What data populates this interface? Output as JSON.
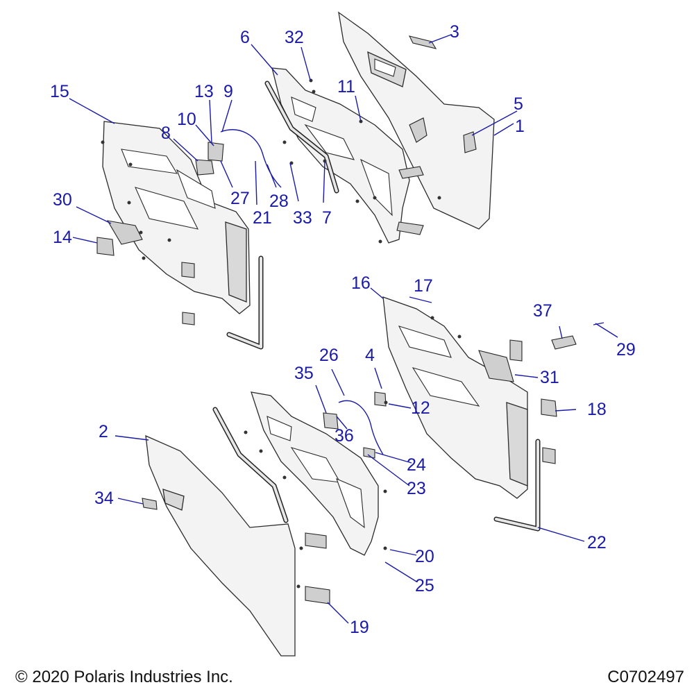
{
  "footer": {
    "copyright": "© 2020 Polaris Industries Inc.",
    "drawing_id": "C0702497"
  },
  "callouts": [
    "1",
    "2",
    "3",
    "4",
    "5",
    "6",
    "7",
    "8",
    "9",
    "10",
    "11",
    "12",
    "13",
    "14",
    "15",
    "16",
    "17",
    "18",
    "19",
    "20",
    "21",
    "22",
    "23",
    "24",
    "25",
    "26",
    "27",
    "28",
    "29",
    "30",
    "31",
    "32",
    "33",
    "34",
    "35",
    "36",
    "37"
  ],
  "colors": {
    "callout": "#1a1aa8",
    "linework": "#2a2a2a",
    "panel_fill": "#f3f3f3"
  }
}
